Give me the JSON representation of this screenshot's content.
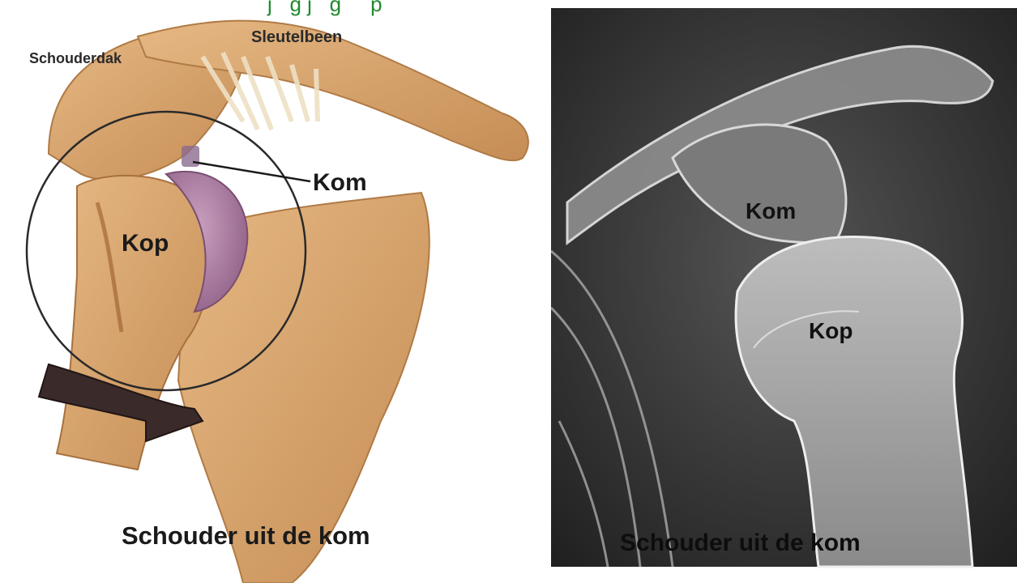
{
  "top_caption": "j     g j   g     p",
  "left_diagram": {
    "labels": {
      "collarbone": "Sleutelbeen",
      "shoulder_roof": "Schouderdak",
      "socket": "Kom",
      "head": "Kop"
    },
    "caption": "Schouder uit de kom",
    "colors": {
      "bone": "#d6a46c",
      "cartilage": "#a87a9e",
      "ligament": "#e8d7b8",
      "arrow": "#3a2a2a"
    }
  },
  "right_xray": {
    "labels": {
      "socket": "Kom",
      "head": "Kop"
    },
    "caption": "Schouder uit de kom",
    "colors": {
      "background": "#2c2c2c",
      "bone": "#d9d9d9"
    }
  }
}
